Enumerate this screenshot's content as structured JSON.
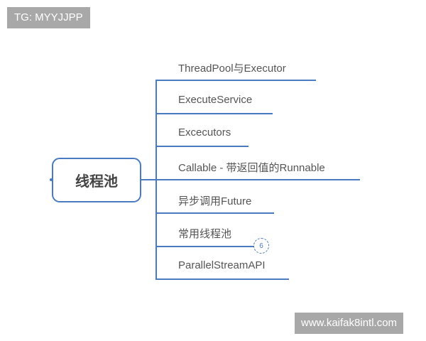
{
  "watermarks": {
    "top_left": "TG: MYYJJPP",
    "bottom_right": "www.kaifak8intl.com"
  },
  "mindmap": {
    "root": "线程池",
    "branches": [
      {
        "label": "ThreadPool与Executor"
      },
      {
        "label": "ExecuteService"
      },
      {
        "label": "Excecutors"
      },
      {
        "label": "Callable - 带返回值的Runnable"
      },
      {
        "label": "异步调用Future"
      },
      {
        "label": "常用线程池",
        "collapsed_count": "6"
      },
      {
        "label": "ParallelStreamAPI"
      }
    ]
  },
  "colors": {
    "line": "#4a7abf",
    "text": "#555555",
    "watermark_bg": "#a8a8a8"
  }
}
